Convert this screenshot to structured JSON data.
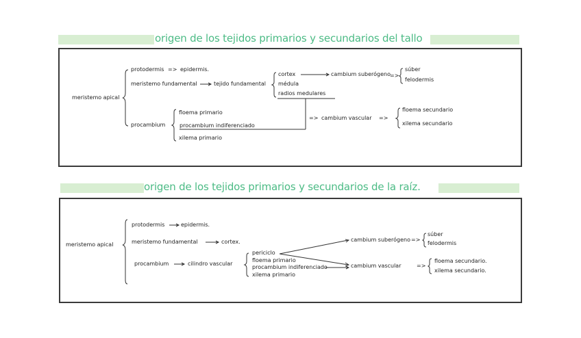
{
  "stem": {
    "title": "origen de los tejidos primarios y secundarios del tallo",
    "meristemo": "meristemo apical",
    "protodermis": "protodermis",
    "arrow_dbl": "=>",
    "epidermis": "epidermis.",
    "meristemo_fundamental": "meristemo fundamental",
    "tejido_fundamental": "tejido fundamental",
    "cortex": "cortex",
    "medula": "médula",
    "radios": "radios medulares",
    "cambium_suberogeno": "cambium suberógeno",
    "suber": "súber",
    "felodermis": "felodermis",
    "procambium": "procambium",
    "floema_primario": "floema primario",
    "procambium_indif": "procambium indiferenciado",
    "xilema_primario": "xilema primario",
    "cambium_vascular": "cambium vascular",
    "floema_secundario": "floema secundario",
    "xilema_secundario": "xilema secundario"
  },
  "root": {
    "title": "origen de los tejidos primarios y secundarios de la raíz.",
    "meristemo": "meristemo apical",
    "protodermis": "protodermis",
    "epidermis": "epidermis.",
    "meristemo_fundamental": "meristemo fundamental",
    "cortex": "cortex.",
    "procambium": "procambium",
    "cilindro": "cilindro vascular",
    "periciclo": "periciclo",
    "floema_primario": "floema primario",
    "procambium_indif": "procambium indiferenciado",
    "xilema_primario": "xilema primario",
    "cambium_suberogeno": "cambium suberógeno",
    "suber": "súber",
    "felodermis": "felodermis",
    "cambium_vascular": "cambium vascular",
    "floema_secundario": "floema secundario.",
    "xilema_secundario": "xilema secundario."
  }
}
